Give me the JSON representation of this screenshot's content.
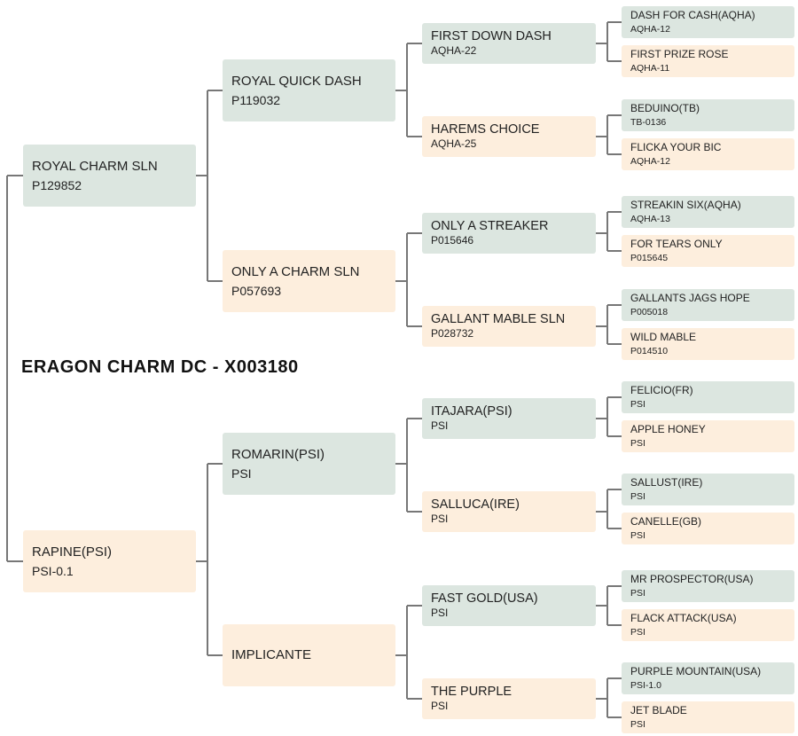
{
  "subject": "ERAGON CHARM DC - X003180",
  "colors": {
    "male": "#dce6e0",
    "female": "#fdeedd",
    "line": "#777777"
  },
  "sire": {
    "name": "ROYAL CHARM SLN",
    "reg": "P129852"
  },
  "dam": {
    "name": "RAPINE(PSI)",
    "reg": "PSI-0.1"
  },
  "s_s": {
    "name": "ROYAL QUICK DASH",
    "reg": "P119032"
  },
  "s_d": {
    "name": "ONLY A CHARM SLN",
    "reg": "P057693"
  },
  "d_s": {
    "name": "ROMARIN(PSI)",
    "reg": "PSI"
  },
  "d_d": {
    "name": "IMPLICANTE",
    "reg": ""
  },
  "s_s_s": {
    "name": "FIRST DOWN DASH",
    "reg": "AQHA-22"
  },
  "s_s_d": {
    "name": "HAREMS CHOICE",
    "reg": "AQHA-25"
  },
  "s_d_s": {
    "name": "ONLY A STREAKER",
    "reg": "P015646"
  },
  "s_d_d": {
    "name": "GALLANT MABLE SLN",
    "reg": "P028732"
  },
  "d_s_s": {
    "name": "ITAJARA(PSI)",
    "reg": "PSI"
  },
  "d_s_d": {
    "name": "SALLUCA(IRE)",
    "reg": "PSI"
  },
  "d_d_s": {
    "name": "FAST GOLD(USA)",
    "reg": "PSI"
  },
  "d_d_d": {
    "name": "THE PURPLE",
    "reg": "PSI"
  },
  "g4": [
    {
      "name": "DASH FOR CASH(AQHA)",
      "reg": "AQHA-12"
    },
    {
      "name": "FIRST PRIZE ROSE",
      "reg": "AQHA-11"
    },
    {
      "name": "BEDUINO(TB)",
      "reg": "TB-0136"
    },
    {
      "name": "FLICKA YOUR BIC",
      "reg": "AQHA-12"
    },
    {
      "name": "STREAKIN SIX(AQHA)",
      "reg": "AQHA-13"
    },
    {
      "name": "FOR TEARS ONLY",
      "reg": "P015645"
    },
    {
      "name": "GALLANTS JAGS HOPE",
      "reg": "P005018"
    },
    {
      "name": "WILD MABLE",
      "reg": "P014510"
    },
    {
      "name": "FELICIO(FR)",
      "reg": "PSI"
    },
    {
      "name": "APPLE HONEY",
      "reg": "PSI"
    },
    {
      "name": "SALLUST(IRE)",
      "reg": "PSI"
    },
    {
      "name": "CANELLE(GB)",
      "reg": "PSI"
    },
    {
      "name": "MR PROSPECTOR(USA)",
      "reg": "PSI"
    },
    {
      "name": "FLACK ATTACK(USA)",
      "reg": "PSI"
    },
    {
      "name": "PURPLE MOUNTAIN(USA)",
      "reg": "PSI-1.0"
    },
    {
      "name": "JET BLADE",
      "reg": "PSI"
    }
  ]
}
